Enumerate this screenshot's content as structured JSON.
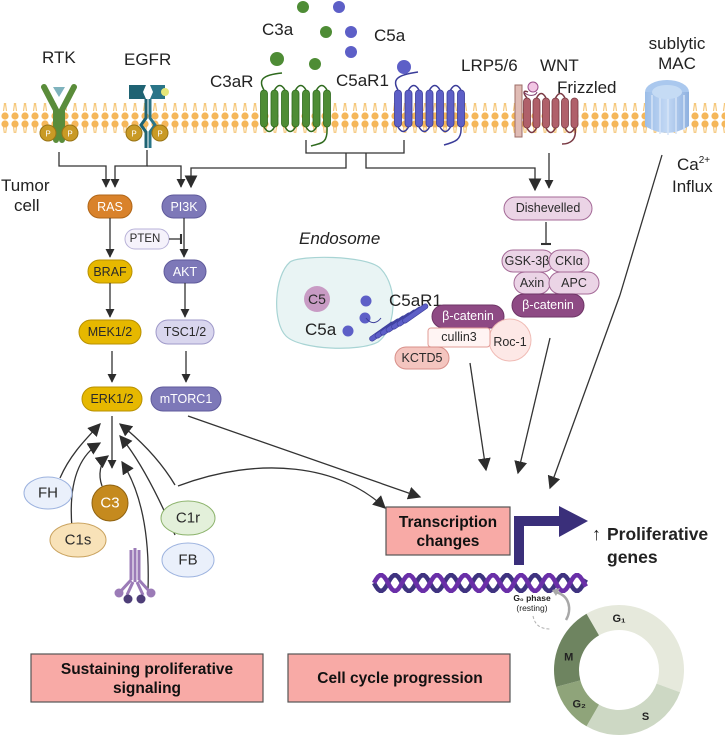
{
  "membrane": {
    "receptors": {
      "rtk": "RTK",
      "egfr": "EGFR",
      "c3ar": "C3aR",
      "c3a": "C3a",
      "c5a": "C5a",
      "c5ar1": "C5aR1",
      "lrp56": "LRP5/6",
      "wnt": "WNT",
      "frizzled": "Frizzled",
      "mac_line1": "sublytic",
      "mac_line2": "MAC",
      "phospho": "P"
    }
  },
  "tumor_cell": {
    "line1": "Tumor",
    "line2": "cell"
  },
  "ca_influx": {
    "ca": "Ca",
    "sup": "2+",
    "influx": "Influx"
  },
  "pathway_nodes": {
    "ras": "RAS",
    "pi3k": "PI3K",
    "pten": "PTEN",
    "braf": "BRAF",
    "akt": "AKT",
    "mek": "MEK1/2",
    "tsc": "TSC1/2",
    "erk": "ERK1/2",
    "mtorc1": "mTORC1",
    "dishevelled": "Dishevelled",
    "gsk3": "GSK-3β",
    "ckla": "CKIα",
    "axin": "Axin",
    "apc": "APC",
    "bcatenin_complex": "β-catenin"
  },
  "complement_nodes": {
    "fh": "FH",
    "c3": "C3",
    "c1s": "C1s",
    "c1r": "C1r",
    "fb": "FB"
  },
  "endosome": {
    "title": "Endosome",
    "c5": "C5",
    "c5a": "C5a",
    "c5ar1": "C5aR1",
    "bcatenin": "β-catenin",
    "cullin3": "cullin3",
    "kctd5": "KCTD5",
    "roc1": "Roc-1"
  },
  "transcription": {
    "box_line1": "Transcription",
    "box_line2": "changes",
    "arrow": "↑",
    "genes_line1": "Proliferative",
    "genes_line2": "genes"
  },
  "cell_cycle": {
    "g0_line1": "G₀ phase",
    "g0_line2": "(resting)",
    "phases": [
      {
        "label": "G₁",
        "color": "#e6e9dc"
      },
      {
        "label": "S",
        "color": "#cdd8c4"
      },
      {
        "label": "G₂",
        "color": "#8fa47a"
      },
      {
        "label": "M",
        "color": "#6e8460"
      }
    ]
  },
  "hallmarks": {
    "sustaining_line1": "Sustaining proliferative",
    "sustaining_line2": "signaling",
    "cell_cycle": "Cell cycle progression"
  },
  "colors": {
    "membrane": "#f5b75a",
    "c3a_green": "#4e8c35",
    "c5a_blue": "#5d5fc7",
    "ras_orange": "#d9822b",
    "raf_yellow": "#e6b800",
    "pi3k_purple": "#7d78b8",
    "tsc_lavender": "#d9d6ee",
    "wnt_pink": "#e8cde3",
    "bcatenin_plum": "#8e4a84",
    "hallmark_pink": "#f8aaa6"
  }
}
